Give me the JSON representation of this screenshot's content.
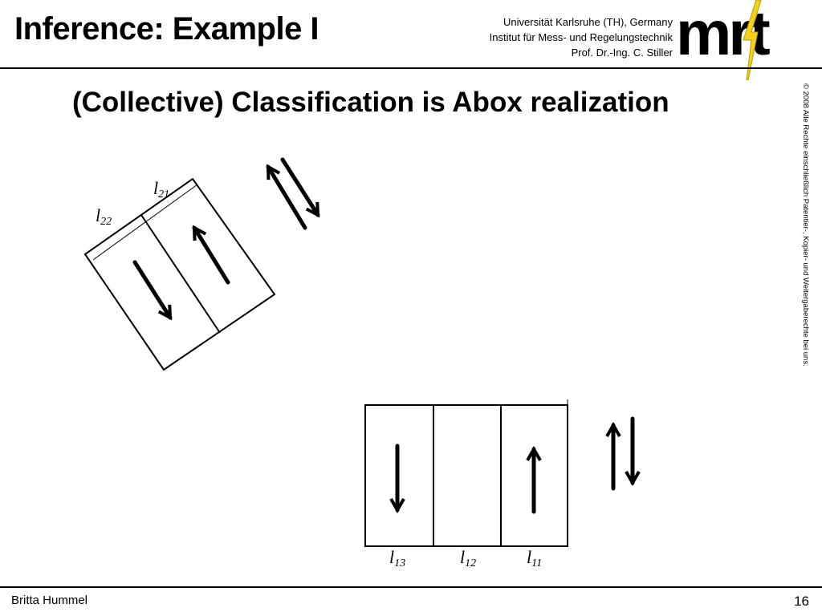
{
  "slide": {
    "title": "Inference: Example I",
    "subtitle": "(Collective) Classification is Abox realization"
  },
  "header": {
    "institution_line1": "Universität Karlsruhe (TH), Germany",
    "institution_line2": "Institut für Mess- und Regelungstechnik",
    "institution_line3": "Prof. Dr.-Ing. C. Stiller",
    "logo_text": "mrt",
    "logo_icon": "lightning-bolt-icon"
  },
  "copyright": "© 2008 Alle Rechte einschließlich Patentier-, Kopier- und Weitergaberechte bei uns.",
  "diagram": {
    "tilted_labels": {
      "l21": {
        "base": "l",
        "sub": "21"
      },
      "l22": {
        "base": "l",
        "sub": "22"
      }
    },
    "straight_labels": {
      "l13": {
        "base": "l",
        "sub": "13"
      },
      "l12": {
        "base": "l",
        "sub": "12"
      },
      "l11": {
        "base": "l",
        "sub": "11"
      }
    },
    "icons": [
      "arrow-down-icon",
      "arrow-up-icon",
      "swap-arrows-icon"
    ]
  },
  "footer": {
    "presenter": "Britta Hummel",
    "page_number": "16"
  }
}
